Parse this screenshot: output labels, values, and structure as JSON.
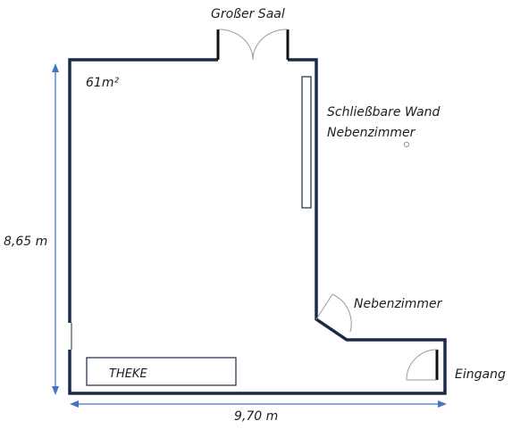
{
  "plan": {
    "area": "61m²",
    "labels": {
      "grosser_saal": "Großer Saal",
      "schliessbare_wand": "Schließbare Wand",
      "nebenzimmer_top": "Nebenzimmer",
      "nebenzimmer_door": "Nebenzimmer",
      "eingang": "Eingang",
      "theke": "THEKE"
    },
    "dimensions": {
      "height": "8,65 m",
      "width": "9,70 m"
    }
  },
  "colors": {
    "wall": "#1b2a47",
    "dimension": "#4472c4"
  }
}
